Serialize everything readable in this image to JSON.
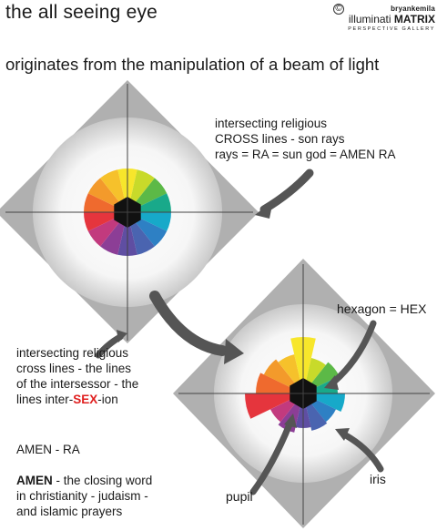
{
  "header": {
    "title": "the all seeing eye",
    "subtitle": "originates from the manipulation of a beam of light"
  },
  "logo": {
    "copyright_symbol": "©",
    "author": "bryankemila",
    "brand_prefix": "illuminati",
    "brand_suffix": "MATRIX",
    "tagline": "PERSPECTIVE GALLERY"
  },
  "annotations": {
    "cross_lines": [
      "intersecting religious",
      "CROSS lines - son rays",
      "rays = RA = sun god = AMEN RA"
    ],
    "hexagon": "hexagon = HEX",
    "inter_lines": [
      "intersecting religious",
      "cross lines - the lines",
      "of the intersessor - the",
      "lines inter-"
    ],
    "inter_sex": "SEX",
    "inter_suffix": "-ion",
    "amen_ra": "AMEN - RA",
    "amen_word": "AMEN",
    "amen_rest": [
      " - the closing word",
      "in christianity - judaism -",
      "and islamic prayers"
    ],
    "iris": "iris",
    "pupil": "pupil"
  },
  "colors": {
    "wheel": [
      "#f7e62b",
      "#c8da2a",
      "#5cb947",
      "#19a98a",
      "#17a9c9",
      "#2e80c4",
      "#4a64b0",
      "#5f4ea2",
      "#8c3e96",
      "#c23a7e",
      "#e5353d",
      "#ef6a2e",
      "#f39a2b",
      "#f6c12b"
    ],
    "diamond": "#a9a9a9",
    "accent_red": "#e02020"
  }
}
